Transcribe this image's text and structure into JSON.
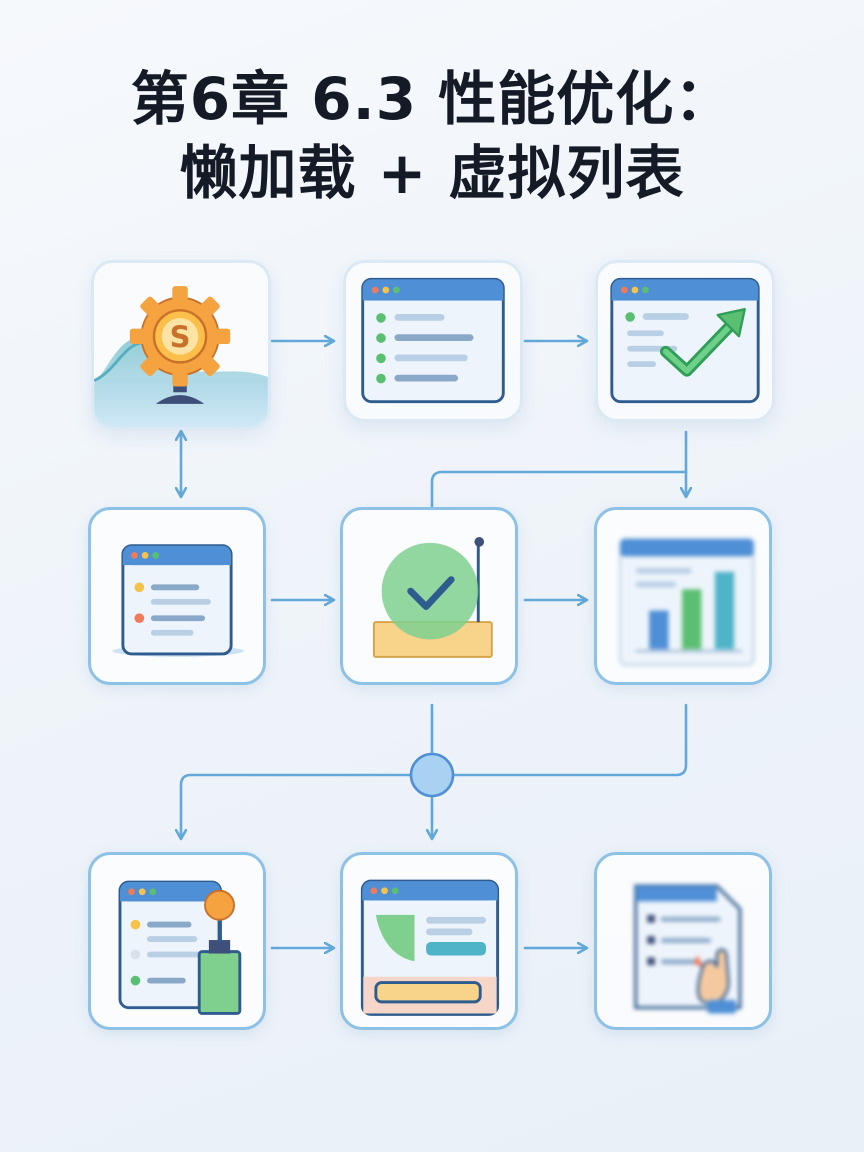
{
  "title": {
    "line1": "第6章 6.3 性能优化：",
    "line2": "懒加载 + 虚拟列表"
  },
  "palette": {
    "background": "#f0f5fa",
    "title_text": "#141b26",
    "connector": "#62a8d8",
    "node_border": "#8ec1e6",
    "window_titlebar": "#4f8fd6",
    "accent_green": "#5bbf72",
    "accent_orange": "#f4a340",
    "accent_yellow": "#f8d48a"
  },
  "nodes": [
    {
      "id": "row1-col1",
      "icon": "gear-icon"
    },
    {
      "id": "row1-col2",
      "icon": "list-window-icon"
    },
    {
      "id": "row1-col3",
      "icon": "window-check-trend-icon"
    },
    {
      "id": "row2-col1",
      "icon": "list-window-icon"
    },
    {
      "id": "row2-col2",
      "icon": "check-badge-icon"
    },
    {
      "id": "row2-col3",
      "icon": "bar-chart-window-icon"
    },
    {
      "id": "row3-col1",
      "icon": "window-lightbulb-icon"
    },
    {
      "id": "row3-col2",
      "icon": "form-window-icon"
    },
    {
      "id": "row3-col3",
      "icon": "document-hand-icon"
    }
  ]
}
